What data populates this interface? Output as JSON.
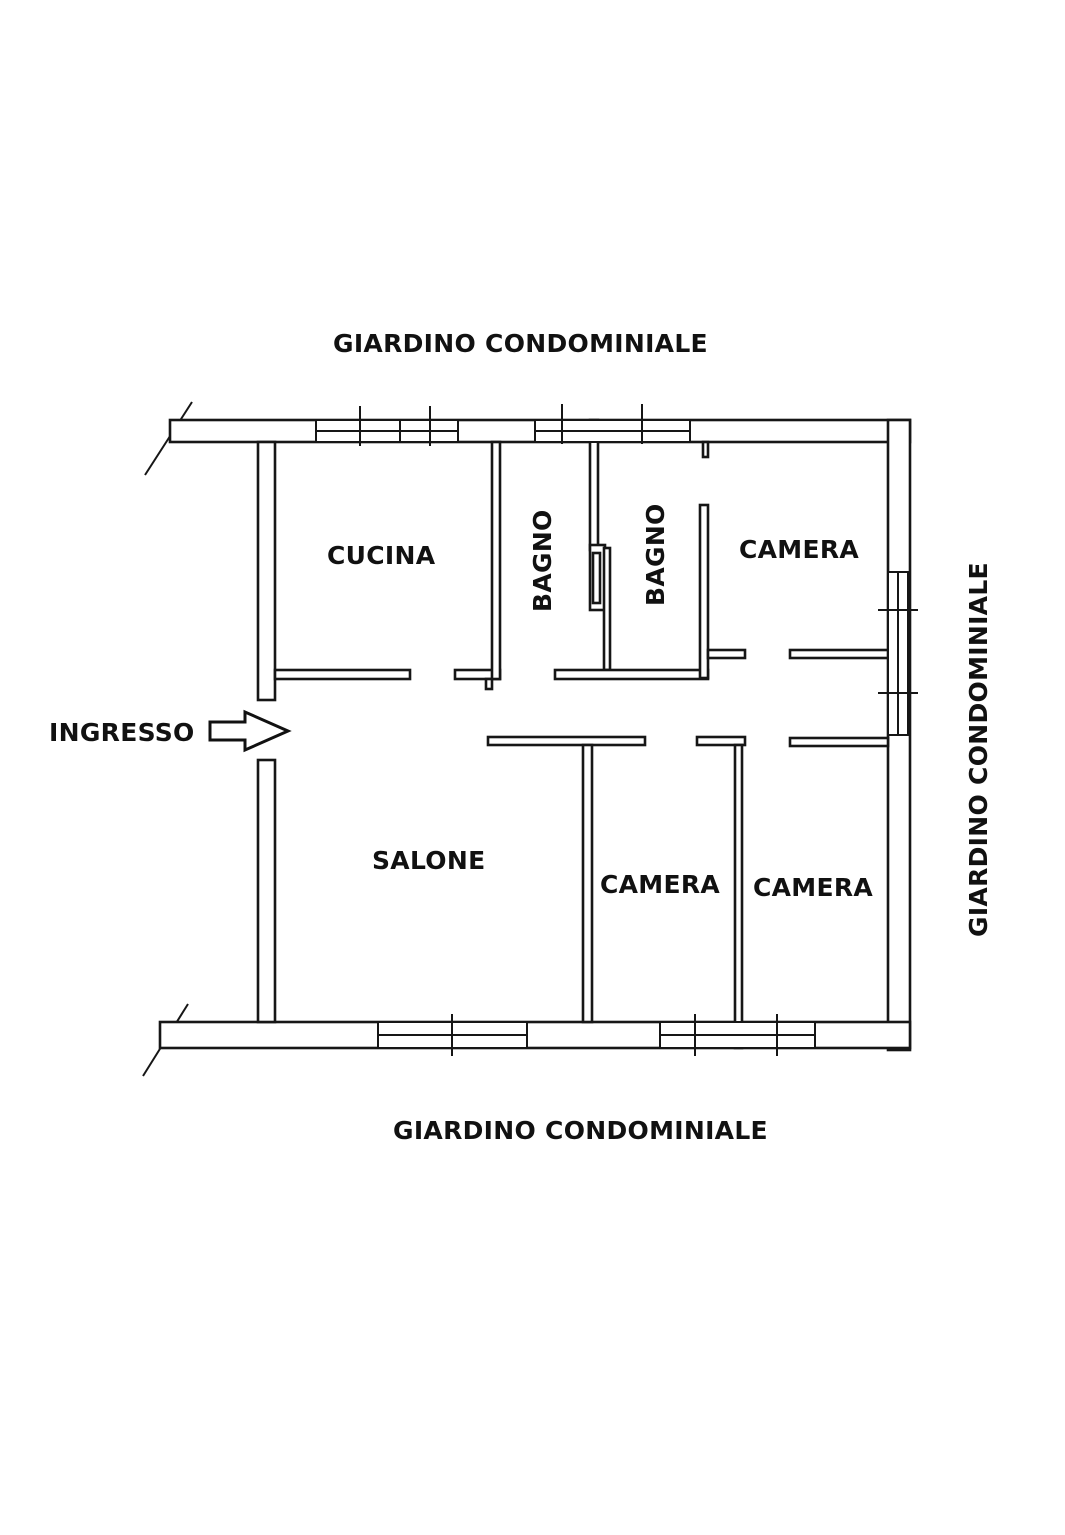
{
  "plan": {
    "surroundings": {
      "top": "GIARDINO CONDOMINIALE",
      "bottom": "GIARDINO CONDOMINIALE",
      "right": "GIARDINO CONDOMINIALE"
    },
    "entrance": {
      "label": "INGRESSO",
      "icon": "arrow-right-icon"
    },
    "rooms": {
      "kitchen": "CUCINA",
      "bathroom_1": "BAGNO",
      "bathroom_2": "BAGNO",
      "bedroom_top": "CAMERA",
      "living_room": "SALONE",
      "bedroom_middle": "CAMERA",
      "bedroom_right": "CAMERA"
    }
  }
}
